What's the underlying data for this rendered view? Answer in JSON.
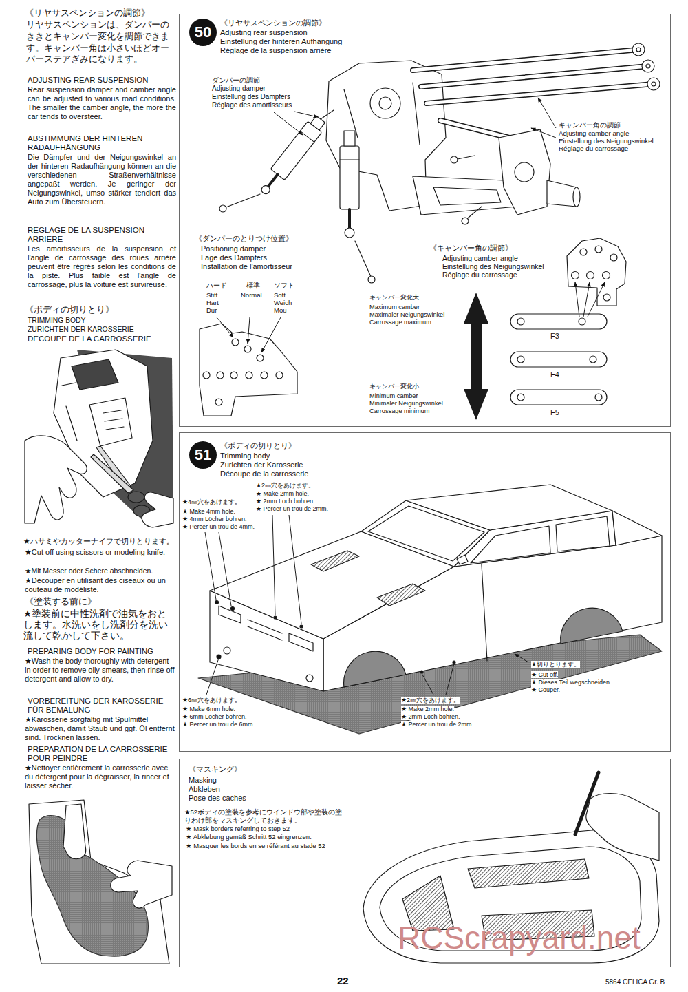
{
  "diagram": {
    "nodes": [
      {
        "text": [
          "《リヤサスペンションの調節》",
          "Adjusting rear suspension",
          "Einstellung der hinteren Aufhängung",
          "Réglage de la suspension arrière"
        ]
      },
      {
        "text": [
          "50"
        ],
        "in": 0
      },
      {
        "text": [
          "《ボディの切りとり》",
          "Trimming body",
          "Zurichten der Karosserie",
          "Découpe de la carrosserie"
        ]
      },
      {
        "text": [
          "51"
        ],
        "in": 2
      },
      {
        "text": [
          "《マスキング》",
          "Masking",
          "Abkleben",
          "Pose des caches"
        ]
      }
    ],
    "labels": [
      "《リヤサスペンションの調節》",
      "リヤサスペンションは、ダンパーのききとキャンバー変化を調節できます。キャンバー角は小さいほどオーバーステアぎみになります。",
      "ADJUSTING REAR SUSPENSION",
      "Rear suspension damper and camber angle can be adjusted to various road conditions. The smaller the camber angle, the more the car tends to oversteer.",
      "ABSTIMMUNG DER HINTEREN RADAUFHÄNGUNG",
      "Die Dämpfer und der Neigungswinkel an der hinteren Radaufhängung können an die verschiedenen Straßenverhältnisse angepaßt werden. Je geringer der Neigungswinkel, umso stärker tendiert das Auto zum Übersteuern.",
      "REGLAGE DE LA SUSPENSION ARRIERE",
      "Les amortisseurs de la suspension et l'angle de carrossage des roues arrière peuvent être régrés selon les conditions de la piste. Plus faible est l'angle de carrossage, plus la voiture est survireuse.",
      "《ボディの切りとり》",
      "TRIMMING BODY",
      "ZURICHTEN DER KAROSSERIE",
      "DECOUPE DE LA CARROSSERIE",
      "★ハサミやカッターナイフで切りとります。",
      "★Cut off using scissors or modeling knife.",
      "★Mit Messer oder Schere abschneiden.",
      "★Découper en utilisant des ciseaux ou un couteau de modéliste.",
      "《塗装する前に》",
      "★塗装前に中性洗剤で油気をおとします。水洗いをし洗剤分を洗い流して乾かして下さい。",
      "PREPARING BODY FOR PAINTING",
      "★Wash the body thoroughly with detergent in order to remove oily smears, then rinse off detergent and allow to dry.",
      "VORBEREITUNG DER KAROSSERIE FÜR BEMALUNG",
      "★Karosserie sorgfältig mit Spülmittel abwaschen, damit Staub und ggf. Öl entfernt sind. Trocknen lassen.",
      "PREPARATION DE LA CARROSSERIE POUR PEINDRE",
      "★Nettoyer entièrement la carrosserie avec du détergent pour la dégraisser, la rincer et laisser sécher.",
      "ダンパーの調節",
      "Adjusting damper",
      "Einstellung des Dämpfers",
      "Réglage des amortisseurs",
      "キャンバー角の調節",
      "Adjusting camber angle",
      "Einstellung des Neigungswinkel",
      "Réglage du carrossage",
      "《ダンパーのとりつけ位置》",
      "Positioning damper",
      "Lage des Dämpfers",
      "Installation de l'amortisseur",
      "ハード",
      "Stiff",
      "Hart",
      "Dur",
      "標準",
      "Normal",
      "ソフト",
      "Soft",
      "Weich",
      "Mou",
      "《キャンバー角の調節》",
      "Adjusting camber angle",
      "Einstellung des Neigungswinkel",
      "Réglage du carrossage",
      "キャンバー変化大",
      "Maximum camber",
      "Maximaler Neigungswinkel",
      "Carrossage maximum",
      "キャンバー変化小",
      "Minimum camber",
      "Minimaler Neigungswinkel",
      "Carrossage minimum",
      "F3",
      "F4",
      "F5",
      "★2㎜穴をあけます。",
      "★ Make 2mm hole.",
      "★ 2mm Loch bohren.",
      "★ Percer un trou de 2mm.",
      "★4㎜穴をあけます。",
      "★ Make 4mm hole.",
      "★ 4mm Löcher bohren.",
      "★ Percer un trou de 4mm.",
      "★6㎜穴をあけます。",
      "★ Make 6mm hole.",
      "★ 6mm Löcher bohren.",
      "★ Percer un trou de 6mm.",
      "★2㎜穴をあけます。",
      "★ Make 2mm hole.",
      "★ 2mm Loch bohren.",
      "★ Percer un trou de 2mm.",
      "★切りとります。",
      "★ Cut off.",
      "★ Dieses Teil wegschneiden.",
      "★ Couper.",
      "★52ボディの塗装を参考にウインドウ部や塗装の塗りわけ部をマスキングしておきます。",
      "★ Mask borders referring to step 52",
      "★ Abklebung gemäß Schritt 52 eingrenzen.",
      "★ Masquer les bords en se référant au stade 52",
      "22",
      "5864 CELICA Gr. B",
      "RCScrapyard.net"
    ]
  }
}
